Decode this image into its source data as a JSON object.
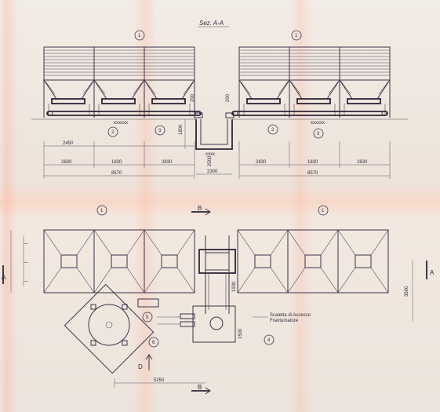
{
  "title": "Sez. A-A",
  "callouts": [
    "1",
    "2",
    "3",
    "4",
    "5",
    "6"
  ],
  "section_markers": {
    "a": "A",
    "b": "B",
    "d": "D"
  },
  "dims_top": {
    "d2450": "2450",
    "d2830_left": "2830",
    "d1830_left": "1830",
    "d2830_left2": "2830",
    "d8570_left": "8570",
    "d2830_right": "2830",
    "d1830_right": "1830",
    "d2830_right2": "2830",
    "d8570_right": "8570",
    "d2500": "2500",
    "d2300": "2300",
    "d1800": "1800",
    "d200_a": "200",
    "d200_b": "200"
  },
  "dims_plan": {
    "d3500": "3500",
    "d5250": "5250",
    "d1930": "1930",
    "d1500": "1500"
  },
  "notes": {
    "scaletta_line1": "Scaletta di Accesso",
    "scaletta_line2": "Frantumatore"
  }
}
